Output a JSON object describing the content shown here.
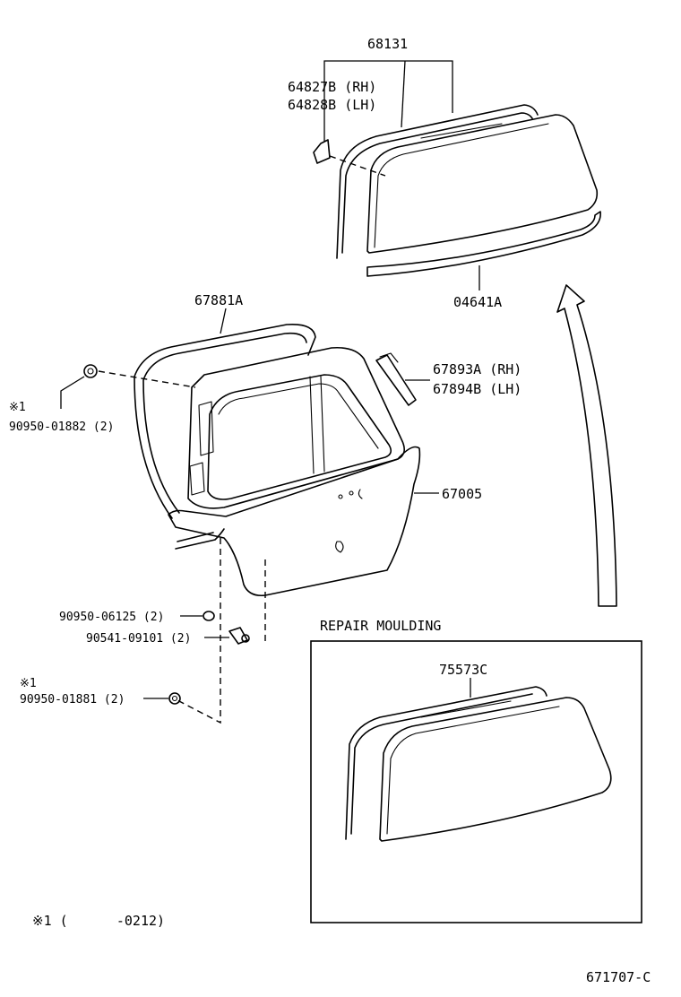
{
  "labels": {
    "p68131": "68131",
    "p64827b": "64827B (RH)",
    "p64828b": "64828B (LH)",
    "p04641a": "04641A",
    "p67881a": "67881A",
    "p67893a": "67893A (RH)",
    "p67894b": "67894B (LH)",
    "p67005": "67005",
    "mark1_a": "※1",
    "p90950_01882": "90950-01882 (2)",
    "p90950_06125": "90950-06125 (2)",
    "p90541_09101": "90541-09101 (2)",
    "mark1_b": "※1",
    "p90950_01881": "90950-01881 (2)",
    "repair_title": "REPAIR MOULDING",
    "p75573c": "75573C",
    "footnote": "※1 (      -0212)",
    "figure_code": "671707-C"
  }
}
